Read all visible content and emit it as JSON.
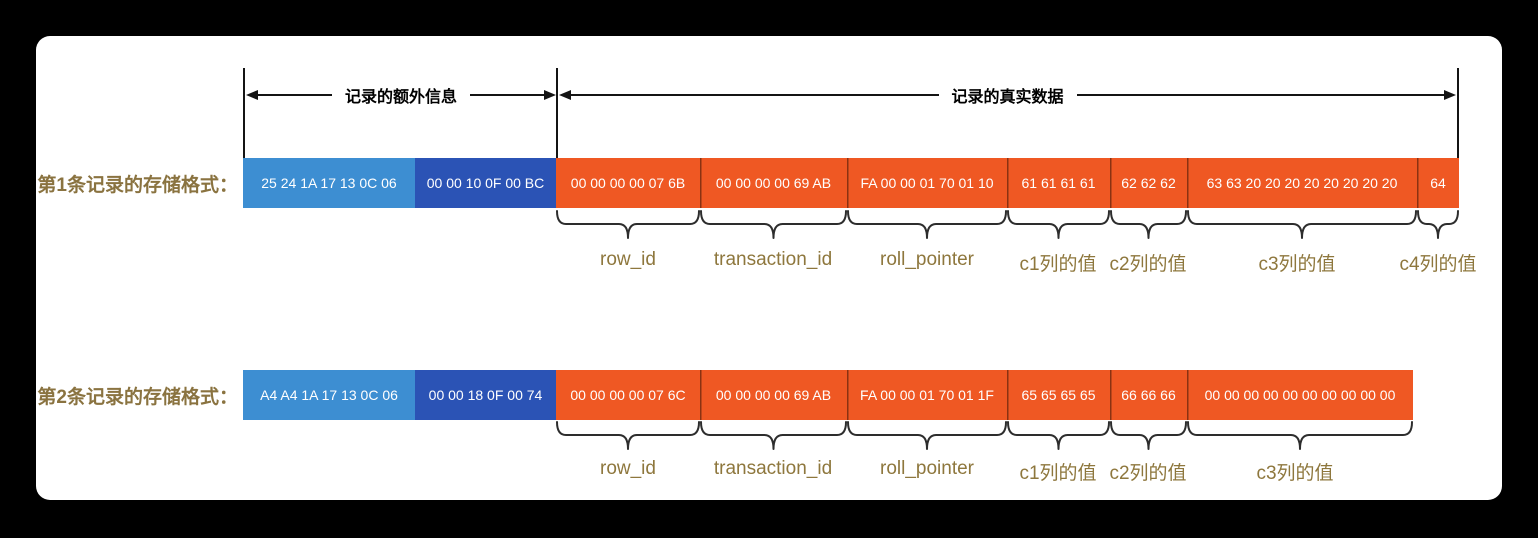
{
  "palette": {
    "light_blue": "#3d8ed2",
    "dark_blue": "#2b53b5",
    "orange": "#ef5823",
    "gold_text": "#8a7340",
    "line_color": "#141414"
  },
  "dimensions": {
    "extra_info": "记录的额外信息",
    "real_data": "记录的真实数据"
  },
  "records": [
    {
      "title": "第1条记录的存储格式：",
      "cells": [
        "25 24 1A 17 13 0C 06",
        "00 00 10 0F 00 BC",
        "00 00 00 00 07 6B",
        "00 00 00 00 69 AB",
        "FA 00 00 01 70 01 10",
        "61 61 61 61",
        "62 62 62",
        "63 63 20 20 20 20 20 20 20 20",
        "64"
      ],
      "field_labels": [
        "row_id",
        "transaction_id",
        "roll_pointer",
        "c1列的值",
        "c2列的值",
        "c3列的值",
        "c4列的值"
      ]
    },
    {
      "title": "第2条记录的存储格式：",
      "cells": [
        "A4 A4 1A 17 13 0C 06",
        "00 00 18 0F 00 74",
        "00 00 00 00 07 6C",
        "00 00 00 00 69 AB",
        "FA 00 00 01 70 01 1F",
        "65 65 65 65",
        "66 66 66",
        "00 00 00 00 00 00 00 00 00 00"
      ],
      "field_labels": [
        "row_id",
        "transaction_id",
        "roll_pointer",
        "c1列的值",
        "c2列的值",
        "c3列的值"
      ]
    }
  ]
}
